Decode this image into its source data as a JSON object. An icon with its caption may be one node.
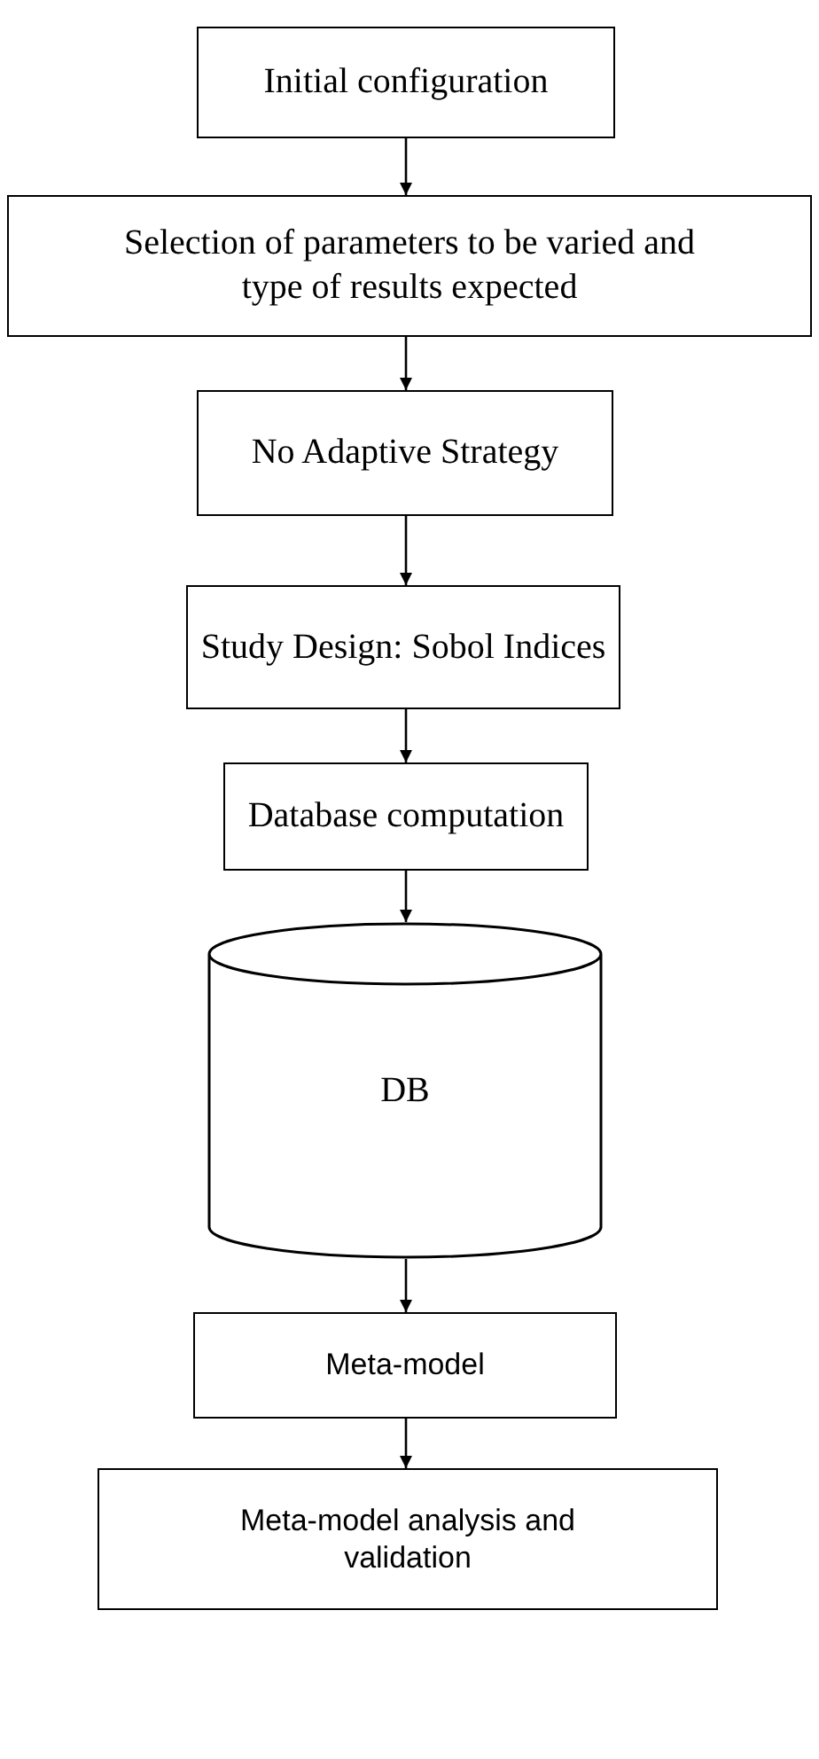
{
  "diagram": {
    "nodes": [
      {
        "text": [
          "Initial configuration"
        ]
      },
      {
        "text": [
          "Selection of parameters to be varied and type of results expected"
        ]
      },
      {
        "text": [
          "No Adaptive Strategy"
        ]
      },
      {
        "text": [
          "Study Design: Sobol Indices"
        ]
      },
      {
        "text": [
          "Database computation"
        ]
      },
      {
        "text": [
          "DB"
        ]
      },
      {
        "text": [
          "Meta-model"
        ]
      },
      {
        "text": [
          "Meta-model analysis and validation"
        ]
      }
    ],
    "edges": [
      {
        "from": 0,
        "to": 1,
        "arrow": "to"
      },
      {
        "from": 1,
        "to": 2,
        "arrow": "to"
      },
      {
        "from": 2,
        "to": 3,
        "arrow": "to"
      },
      {
        "from": 3,
        "to": 4,
        "arrow": "to"
      },
      {
        "from": 4,
        "to": 5,
        "arrow": "to"
      },
      {
        "from": 5,
        "to": 6,
        "arrow": "to"
      },
      {
        "from": 6,
        "to": 7,
        "arrow": "to"
      }
    ]
  }
}
